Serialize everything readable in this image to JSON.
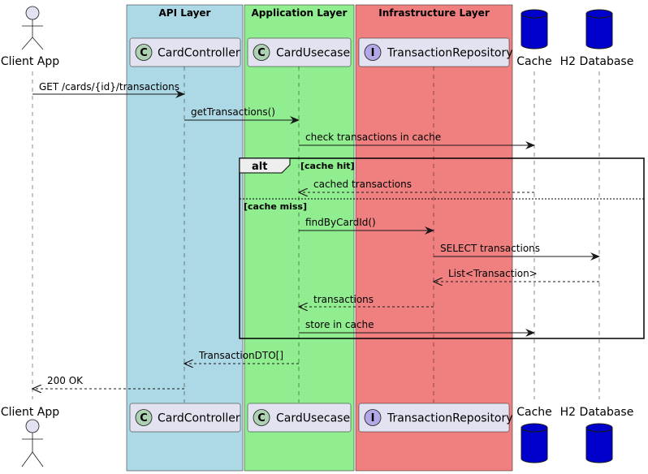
{
  "boxes": [
    {
      "title": "API Layer",
      "color": "#ADD8E6"
    },
    {
      "title": "Application Layer",
      "color": "#90EE90"
    },
    {
      "title": "Infrastructure Layer",
      "color": "#F08080"
    }
  ],
  "participants": {
    "client": {
      "label": "Client App"
    },
    "controller": {
      "label": "CardController",
      "stereotype": "C"
    },
    "usecase": {
      "label": "CardUsecase",
      "stereotype": "C"
    },
    "repository": {
      "label": "TransactionRepository",
      "stereotype": "I"
    },
    "cache": {
      "label": "Cache"
    },
    "db": {
      "label": "H2 Database"
    }
  },
  "messages": [
    {
      "text": "GET /cards/{id}/transactions"
    },
    {
      "text": "getTransactions()"
    },
    {
      "text": "check transactions in cache"
    },
    {
      "text": "cached transactions"
    },
    {
      "text": "findByCardId()"
    },
    {
      "text": "SELECT transactions"
    },
    {
      "text": "List<Transaction>"
    },
    {
      "text": "transactions"
    },
    {
      "text": "store in cache"
    },
    {
      "text": "TransactionDTO[]"
    },
    {
      "text": "200 OK"
    }
  ],
  "fragment": {
    "keyword": "alt",
    "guard1": "[cache hit]",
    "guard2": "[cache miss]"
  },
  "colors": {
    "participant_fill": "#E2E2F0",
    "database_fill": "#0000CD",
    "class_badge": "#ADD1B2",
    "interface_badge": "#B4A7E5"
  }
}
